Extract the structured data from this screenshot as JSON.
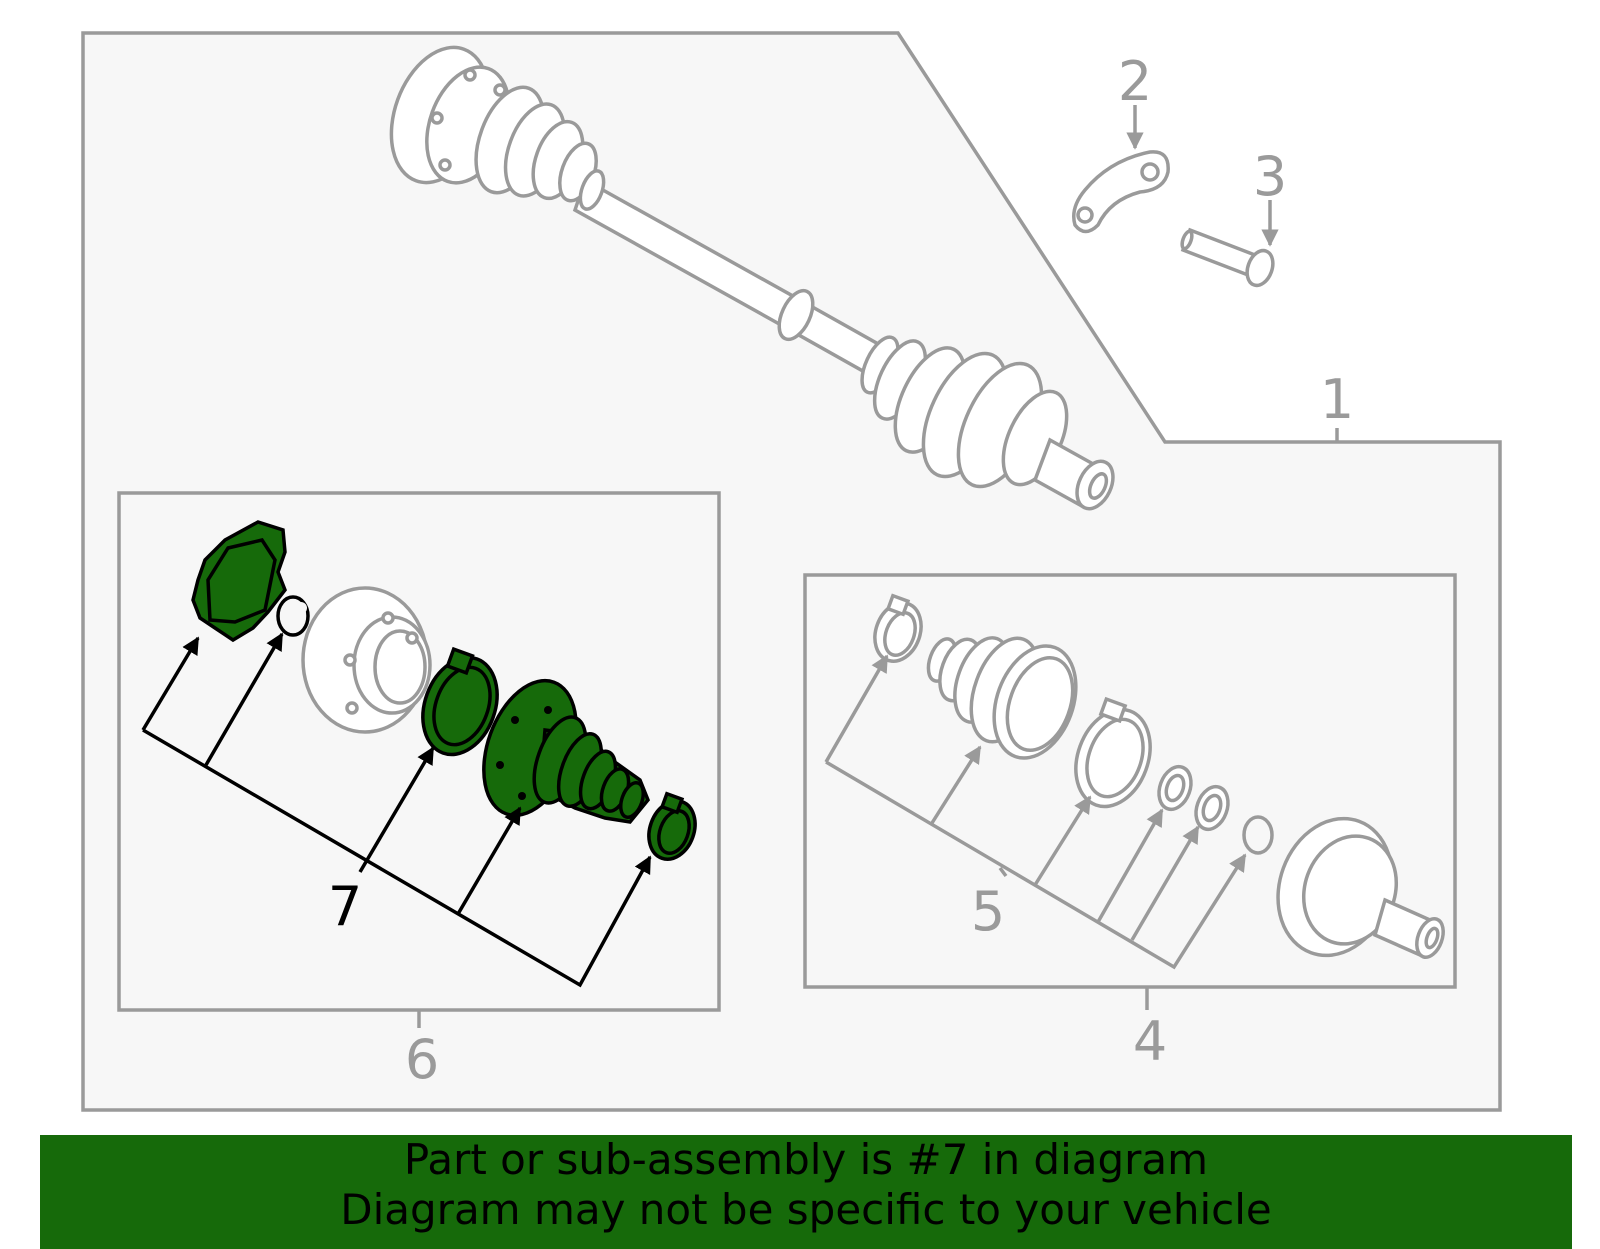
{
  "diagram": {
    "callouts": {
      "c1": "1",
      "c2": "2",
      "c3": "3",
      "c4": "4",
      "c5": "5",
      "c6": "6",
      "c7": "7"
    }
  },
  "banner": {
    "line1": "Part or sub-assembly is #7 in diagram",
    "line2": "Diagram may not be specific to your vehicle"
  },
  "colors": {
    "highlight": "#166a0a",
    "outline_gray": "#9a9a9a",
    "panel_fill": "#f7f7f7",
    "banner_bg": "#166a0a"
  },
  "icons": {
    "shaft": "axle-shaft-icon",
    "bracket": "bracket-icon",
    "bolt": "bolt-icon",
    "inner_joint_kit": "inner-cv-joint-kit-icon",
    "outer_joint_kit": "outer-cv-joint-kit-icon"
  }
}
